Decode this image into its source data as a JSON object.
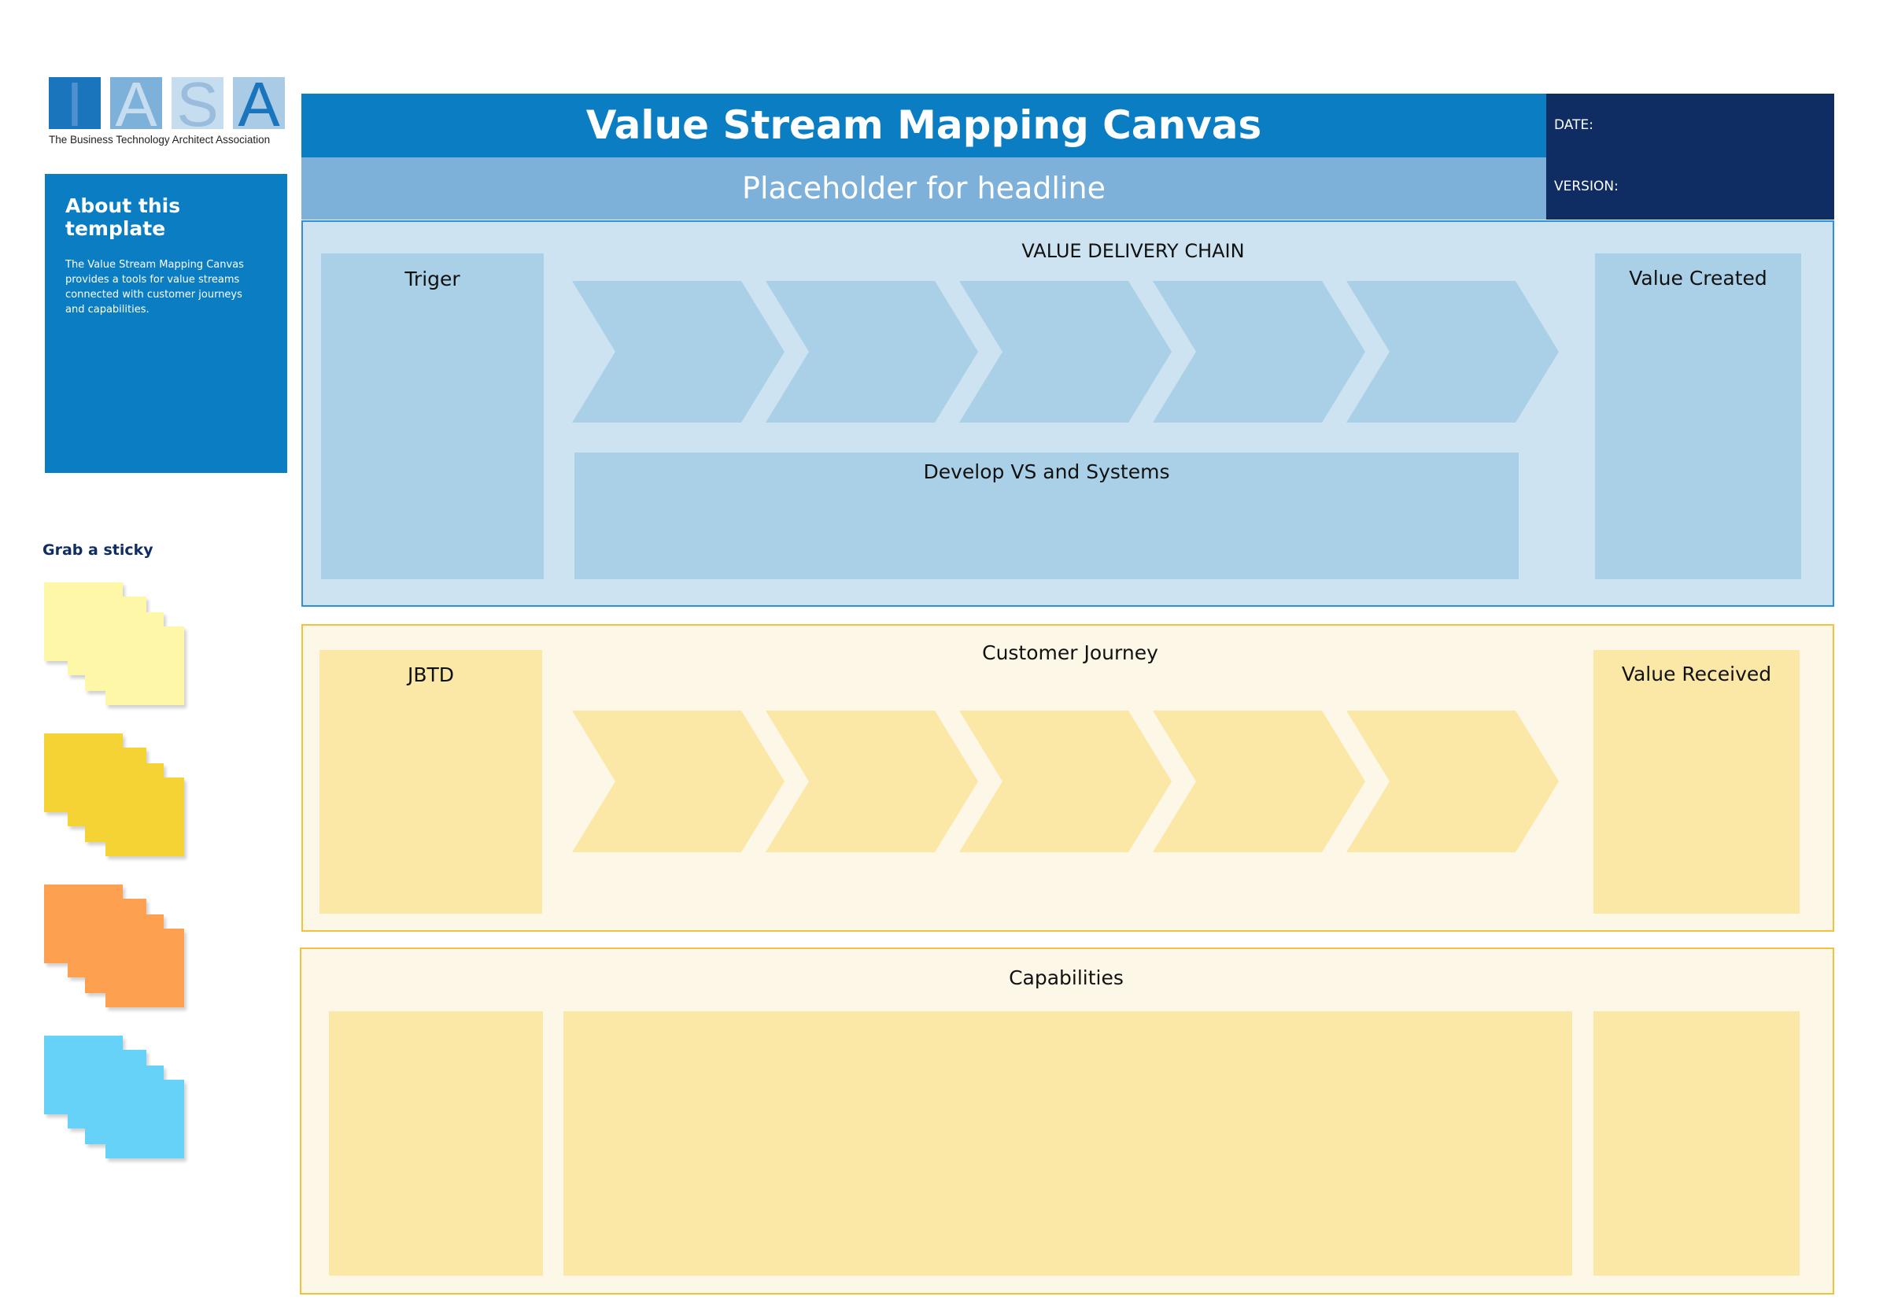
{
  "logo": {
    "letters": [
      "I",
      "A",
      "S",
      "A"
    ],
    "tagline": "The Business Technology Architect Association"
  },
  "about": {
    "title": "About this template",
    "text": "The Value Stream Mapping Canvas provides a tools for value streams connected with customer journeys and capabilities."
  },
  "stickies": {
    "label": "Grab a sticky",
    "colors": [
      "#fff7a8",
      "#f5d335",
      "#fda150",
      "#67d2f7"
    ]
  },
  "header": {
    "title": "Value Stream Mapping Canvas",
    "headline": "Placeholder for headline",
    "date_label": "DATE:",
    "version_label": "VERSION:"
  },
  "value_section": {
    "heading": "VALUE DELIVERY CHAIN",
    "trigger": "Triger",
    "value_created": "Value Created",
    "develop": "Develop VS and Systems",
    "chevron_count": 5
  },
  "journey_section": {
    "heading": "Customer Journey",
    "jbtd": "JBTD",
    "value_received": "Value Received",
    "chevron_count": 5
  },
  "capabilities_section": {
    "heading": "Capabilities"
  },
  "colors": {
    "primary_blue": "#0b7dc3",
    "headline_blue": "#7eb1da",
    "navy": "#0f2d63",
    "light_blue_bg": "#cee3f1",
    "blue_box": "#a9d0e7",
    "cream_bg": "#fcf7e6",
    "yellow_box": "#fbe8a6",
    "yellow_border": "#f3c13a"
  }
}
